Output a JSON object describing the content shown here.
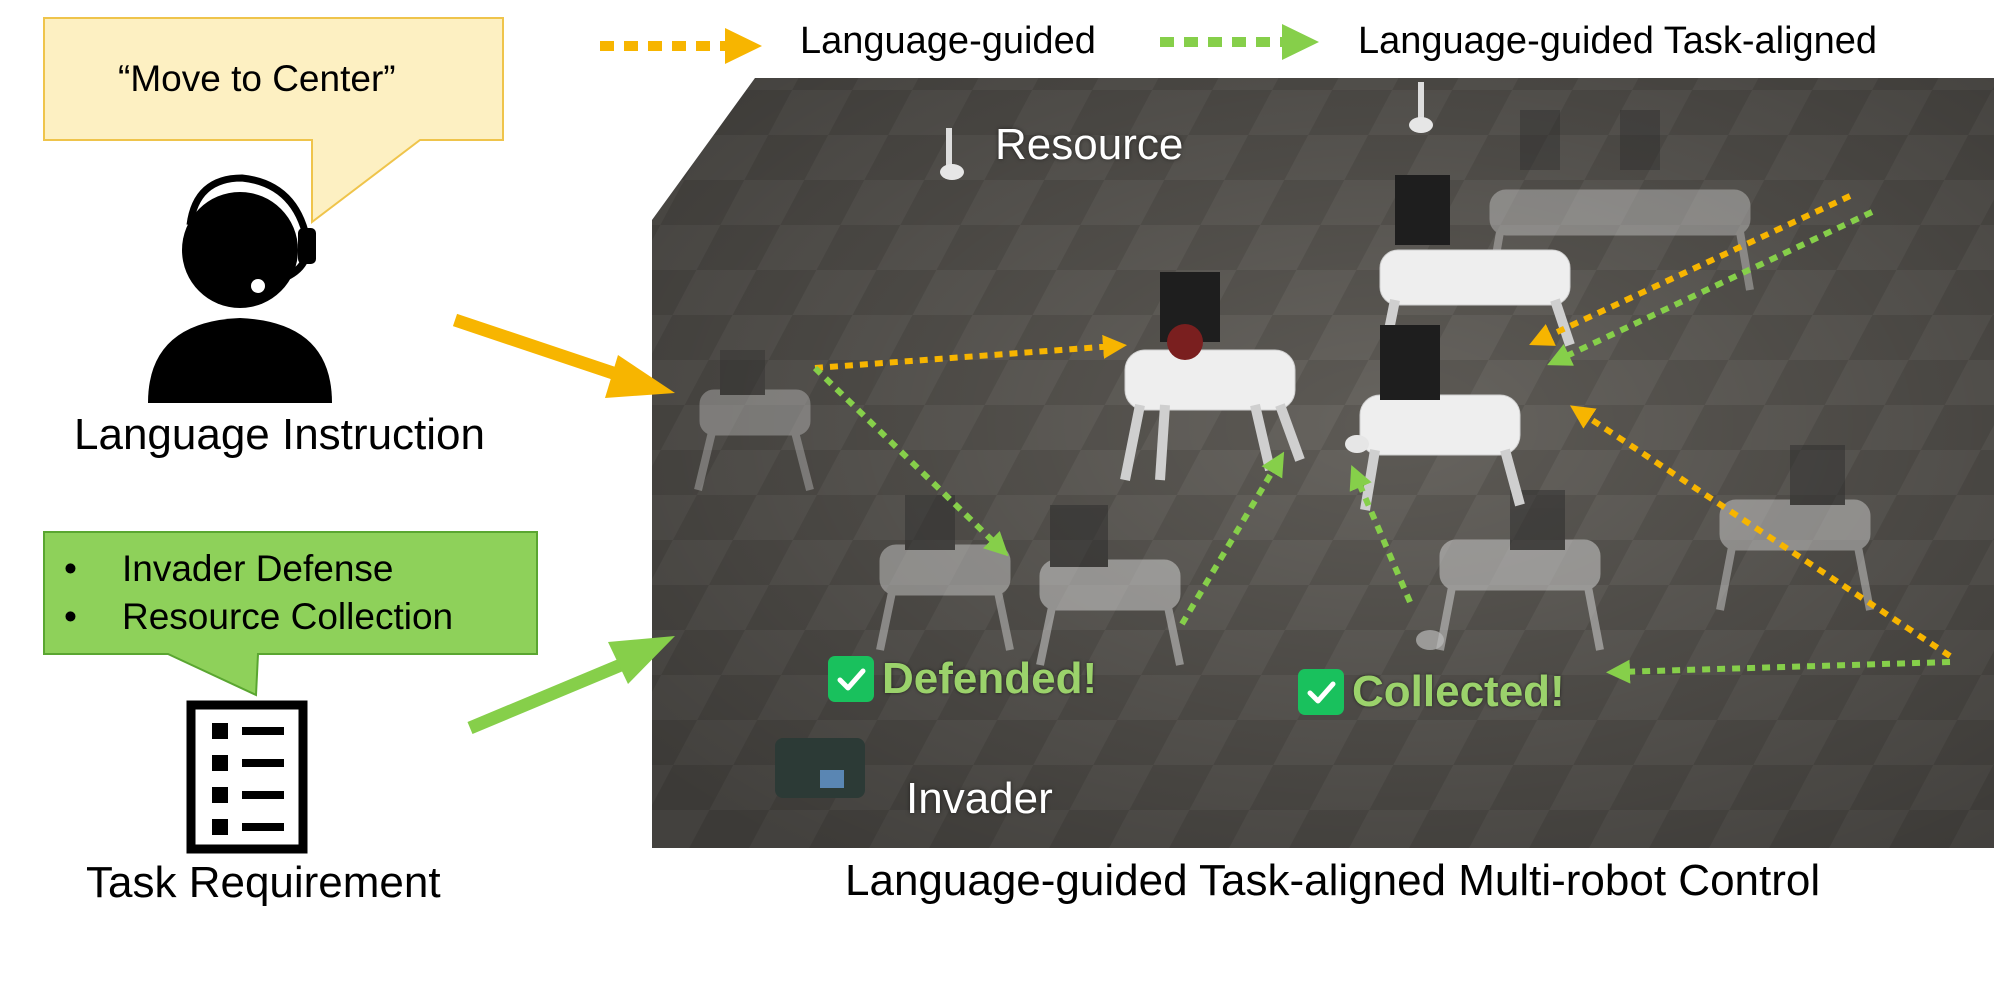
{
  "colors": {
    "language_guided": "#f7b500",
    "task_aligned": "#86cf4a",
    "instruction_bubble_fill": "#fdf0c2",
    "instruction_bubble_border": "#efc44b",
    "task_bubble_fill": "#8ed15a",
    "task_bubble_border": "#5aa631",
    "check_badge": "#19c15d",
    "status_text": "#9bd26b"
  },
  "legend": {
    "language_guided": "Language-guided",
    "task_aligned": "Language-guided Task-aligned"
  },
  "instruction": {
    "quote": "“Move to Center”",
    "icon": "operator-headset-icon",
    "label": "Language Instruction"
  },
  "task": {
    "bullets": [
      "Invader Defense",
      "Resource Collection"
    ],
    "icon": "checklist-icon",
    "label": "Task Requirement"
  },
  "photo": {
    "resource_label": "Resource",
    "invader_label": "Invader",
    "defended": "Defended!",
    "collected": "Collected!",
    "caption": "Language-guided Task-aligned Multi-robot Control"
  }
}
